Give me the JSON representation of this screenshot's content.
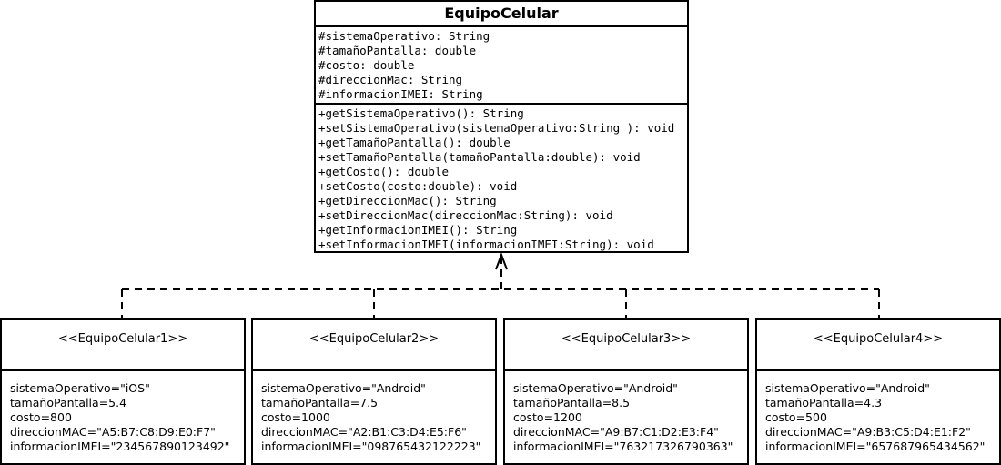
{
  "main_class": {
    "name": "EquipoCelular",
    "attributes": [
      "#sistemaOperativo: String",
      "#tamañoPantalla: double",
      "#costo: double",
      "#direccionMac: String",
      "#informacionIMEI: String"
    ],
    "methods": [
      "+getSistemaOperativo(): String",
      "+setSistemaOperativo(sistemaOperativo:String ): void",
      "+getTamañoPantalla(): double",
      "+setTamañoPantalla(tamañoPantalla:double): void",
      "+getCosto(): double",
      "+setCosto(costo:double): void",
      "+getDireccionMac(): String",
      "+setDireccionMac(direccionMac:String): void",
      "+getInformacionIMEI(): String",
      "+setInformacionIMEI(informacionIMEI:String): void"
    ]
  },
  "instances": [
    {
      "title": "<<EquipoCelular1>>",
      "fields": [
        "sistemaOperativo=\"iOS\"",
        "tamañoPantalla=5.4",
        "costo=800",
        "direccionMAC=\"A5:B7:C8:D9:E0:F7\"",
        "informacionIMEI=\"234567890123492\""
      ]
    },
    {
      "title": "<<EquipoCelular2>>",
      "fields": [
        "sistemaOperativo=\"Android\"",
        "tamañoPantalla=7.5",
        "costo=1000",
        "direccionMAC=\"A2:B1:C3:D4:E5:F6\"",
        "informacionIMEI=\"098765432122223\""
      ]
    },
    {
      "title": "<<EquipoCelular3>>",
      "fields": [
        "sistemaOperativo=\"Android\"",
        "tamañoPantalla=8.5",
        "costo=1200",
        "direccionMAC=\"A9:B7:C1:D2:E3:F4\"",
        "informacionIMEI=\"763217326790363\""
      ]
    },
    {
      "title": "<<EquipoCelular4>>",
      "fields": [
        "sistemaOperativo=\"Android\"",
        "tamañoPantalla=4.3",
        "costo=500",
        "direccionMAC=\"A9:B3:C5:D4:E1:F2\"",
        "informacionIMEI=\"657687965434562\""
      ]
    }
  ]
}
